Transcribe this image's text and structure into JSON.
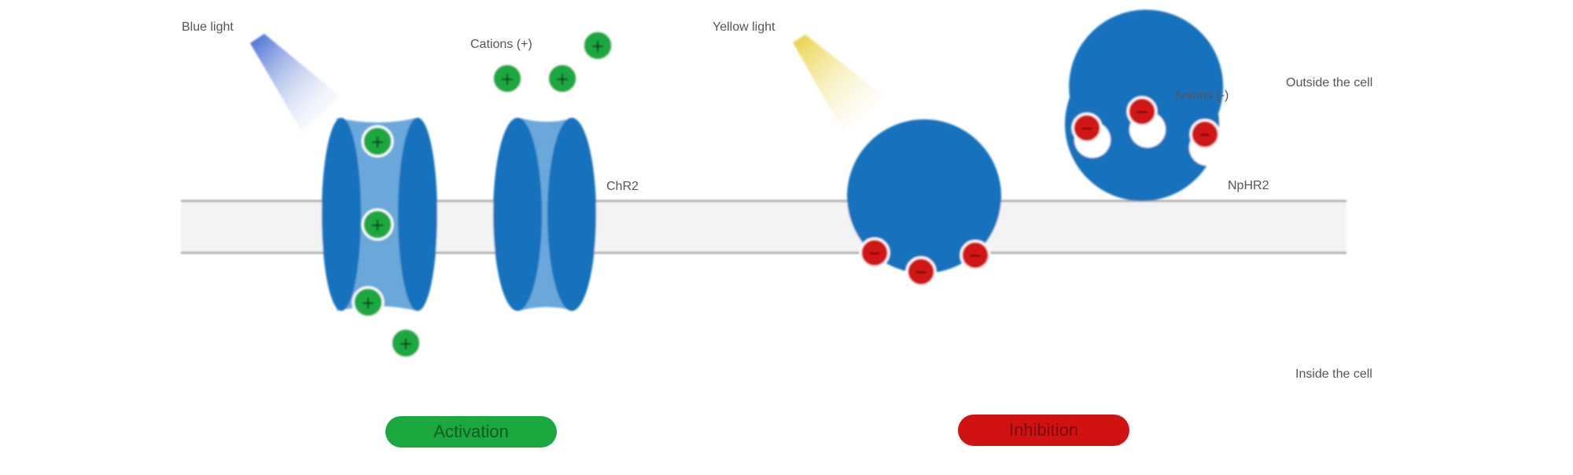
{
  "colors": {
    "protein": "#1272bd",
    "pore": "#6aa7da",
    "membrane": "#f3f3f3",
    "membrane_line": "#a2a2a2",
    "cation": "#1aa83f",
    "anion": "#d11212",
    "blue_light": "#3f6fd6",
    "yellow_light": "#ecd445",
    "activation": "#1aa83f",
    "inhibition": "#d11212"
  },
  "labels": {
    "blue_light": "Blue light",
    "yellow_light": "Yellow light",
    "cations": "Cations (+)",
    "anions": "Anions (-)",
    "outside": "Outside the cell",
    "inside": "Inside the cell",
    "chr2": "ChR2",
    "nphr2": "NpHR2"
  },
  "ions": {
    "cation_symbol": "+",
    "anion_symbol": "−"
  },
  "states": {
    "activation": "Activation",
    "inhibition": "Inhibition"
  }
}
